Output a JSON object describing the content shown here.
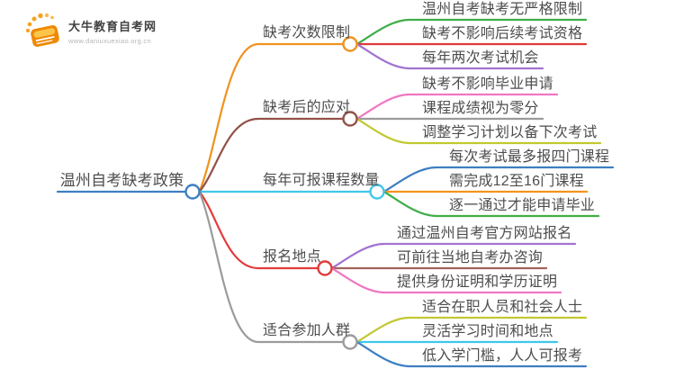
{
  "logo": {
    "title": "大牛教育自考网",
    "url": "www.daniuxuexiao.org.cn",
    "accent_color": "#f49a1c"
  },
  "text_color": "#4d4d4d",
  "root": {
    "label": "温州自考缺考政策",
    "color": "#3e7fc1"
  },
  "branches": [
    {
      "label": "缺考次数限制",
      "color": "#f0921e",
      "children": [
        {
          "label": "温州自考缺考无严格限制",
          "color": "#3fae49"
        },
        {
          "label": "缺考不影响后续考试资格",
          "color": "#dd3a3a"
        },
        {
          "label": "每年两次考试机会",
          "color": "#a273d0"
        }
      ]
    },
    {
      "label": "缺考后的应对",
      "color": "#935149",
      "children": [
        {
          "label": "缺考不影响毕业申请",
          "color": "#ef77c3"
        },
        {
          "label": "课程成绩视为零分",
          "color": "#9b9b9b"
        },
        {
          "label": "调整学习计划以备下次考试",
          "color": "#c2c832"
        }
      ]
    },
    {
      "label": "每年可报课程数量",
      "color": "#3fc8ea",
      "children": [
        {
          "label": "每次考试最多报四门课程",
          "color": "#3e7fc1"
        },
        {
          "label": "需完成12至16门课程",
          "color": "#f5921e"
        },
        {
          "label": "逐一通过才能申请毕业",
          "color": "#3fae49"
        }
      ]
    },
    {
      "label": "报名地点",
      "color": "#e23b3b",
      "children": [
        {
          "label": "通过温州自考官方网站报名",
          "color": "#a273d0"
        },
        {
          "label": "可前往当地自考办咨询",
          "color": "#a2625a"
        },
        {
          "label": "提供身份证明和学历证明",
          "color": "#ef77c3"
        }
      ]
    },
    {
      "label": "适合参加人群",
      "color": "#9b9b9b",
      "children": [
        {
          "label": "适合在职人员和社会人士",
          "color": "#c2c832"
        },
        {
          "label": "灵活学习时间和地点",
          "color": "#3fc8ea"
        },
        {
          "label": "低入学门槛，人人可报考",
          "color": "#3e7fc1"
        }
      ]
    }
  ]
}
